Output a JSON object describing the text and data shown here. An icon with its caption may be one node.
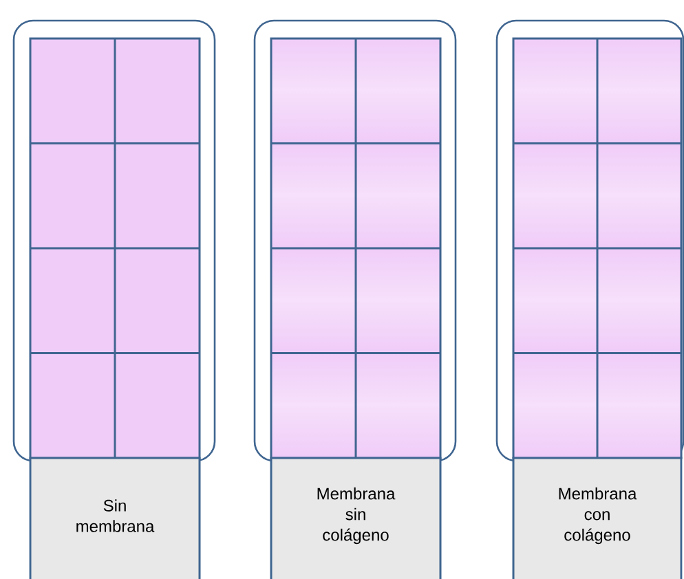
{
  "diagram": {
    "nodes": [
      {
        "text": [
          "Sin membrana"
        ]
      },
      {
        "text": [
          "Membrana sin colágeno"
        ]
      },
      {
        "text": [
          "Membrana con colágeno"
        ]
      }
    ]
  }
}
